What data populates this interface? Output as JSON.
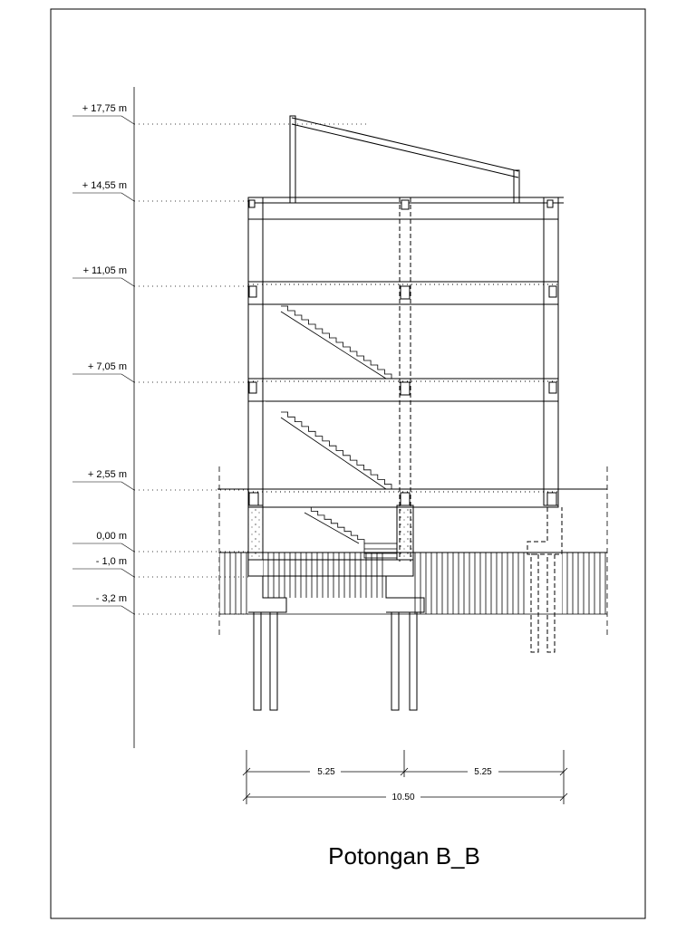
{
  "drawing": {
    "title": "Potongan B_B",
    "levels": [
      {
        "label": "+ 17,75 m",
        "elevation": 17.75
      },
      {
        "label": "+ 14,55 m",
        "elevation": 14.55
      },
      {
        "label": "+ 11,05 m",
        "elevation": 11.05
      },
      {
        "label": "+ 7,05 m",
        "elevation": 7.05
      },
      {
        "label": "+ 2,55 m",
        "elevation": 2.55
      },
      {
        "label": "0,00 m",
        "elevation": 0.0
      },
      {
        "label": "- 1,0 m",
        "elevation": -1.0
      },
      {
        "label": "- 3,2 m",
        "elevation": -3.2
      }
    ],
    "dimensions": {
      "span_left": "5.25",
      "span_right": "5.25",
      "total": "10.50"
    }
  }
}
